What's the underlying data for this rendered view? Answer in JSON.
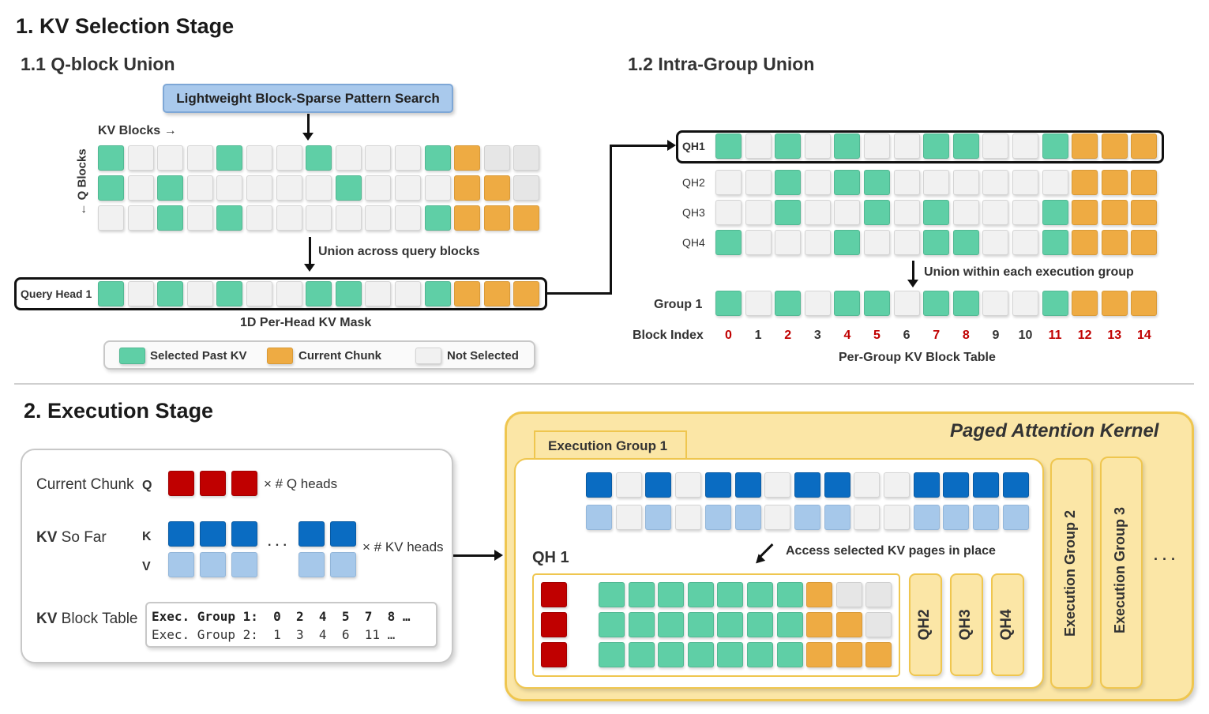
{
  "stage1": {
    "title": "1. KV Selection Stage",
    "qblock": {
      "title": "1.1 Q-block Union",
      "search_label": "Lightweight Block-Sparse Pattern Search",
      "kv_blocks_label": "KV Blocks →",
      "q_blocks_label": "← Q Blocks",
      "rows": [
        [
          "g",
          "n",
          "n",
          "n",
          "g",
          "n",
          "n",
          "g",
          "n",
          "n",
          "n",
          "g",
          "o",
          "x",
          "x"
        ],
        [
          "g",
          "n",
          "g",
          "n",
          "n",
          "n",
          "n",
          "n",
          "g",
          "n",
          "n",
          "n",
          "o",
          "o",
          "x"
        ],
        [
          "n",
          "n",
          "g",
          "n",
          "g",
          "n",
          "n",
          "n",
          "n",
          "n",
          "n",
          "g",
          "o",
          "o",
          "o"
        ]
      ],
      "union_label": "Union across query blocks",
      "head_label": "Query Head 1",
      "head_row": [
        "g",
        "n",
        "g",
        "n",
        "g",
        "n",
        "n",
        "g",
        "g",
        "n",
        "n",
        "g",
        "o",
        "o",
        "o"
      ],
      "mask_label": "1D Per-Head KV Mask"
    },
    "legend": {
      "selected": "Selected Past KV",
      "current": "Current Chunk",
      "not_selected": "Not Selected"
    },
    "intragroup": {
      "title": "1.2 Intra-Group Union",
      "heads": [
        {
          "label": "QH1",
          "cells": [
            "g",
            "n",
            "g",
            "n",
            "g",
            "n",
            "n",
            "g",
            "g",
            "n",
            "n",
            "g",
            "o",
            "o",
            "o"
          ]
        },
        {
          "label": "QH2",
          "cells": [
            "n",
            "n",
            "g",
            "n",
            "g",
            "g",
            "n",
            "n",
            "n",
            "n",
            "n",
            "n",
            "o",
            "o",
            "o"
          ]
        },
        {
          "label": "QH3",
          "cells": [
            "n",
            "n",
            "g",
            "n",
            "n",
            "g",
            "n",
            "g",
            "n",
            "n",
            "n",
            "g",
            "o",
            "o",
            "o"
          ]
        },
        {
          "label": "QH4",
          "cells": [
            "g",
            "n",
            "n",
            "n",
            "g",
            "n",
            "n",
            "g",
            "g",
            "n",
            "n",
            "g",
            "o",
            "o",
            "o"
          ]
        }
      ],
      "union_label": "Union within each execution group",
      "group_label": "Group 1",
      "group_row": [
        "g",
        "n",
        "g",
        "n",
        "g",
        "g",
        "n",
        "g",
        "g",
        "n",
        "n",
        "g",
        "o",
        "o",
        "o"
      ],
      "block_index_label": "Block Index",
      "block_indices": [
        "0",
        "1",
        "2",
        "3",
        "4",
        "5",
        "6",
        "7",
        "8",
        "9",
        "10",
        "11",
        "12",
        "13",
        "14"
      ],
      "highlighted_indices": [
        0,
        2,
        4,
        5,
        7,
        8,
        11,
        12,
        13,
        14
      ],
      "table_label": "Per-Group KV Block Table"
    }
  },
  "stage2": {
    "title": "2. Execution Stage",
    "left": {
      "current_chunk": "Current Chunk",
      "q_letter": "Q",
      "q_heads": "× # Q heads",
      "kv_so_far_bold": "KV",
      "kv_so_far_rest": " So Far",
      "k_letter": "K",
      "v_letter": "V",
      "dots": "· · ·",
      "kv_heads": "× # KV heads",
      "block_table_bold": "KV",
      "block_table_rest": " Block Table",
      "table_line1": "Exec. Group 1:  0  2  4  5  7  8 …",
      "table_line2": "Exec. Group 2:  1  3  4  6  11 …"
    },
    "kernel": {
      "title": "Paged Attention Kernel",
      "group_tab": "Execution Group 1",
      "k_row": [
        "b",
        "n",
        "b",
        "n",
        "b",
        "b",
        "n",
        "b",
        "b",
        "n",
        "n",
        "b",
        "b",
        "b",
        "b"
      ],
      "v_row": [
        "lb",
        "n",
        "lb",
        "n",
        "lb",
        "lb",
        "n",
        "lb",
        "lb",
        "n",
        "n",
        "lb",
        "lb",
        "lb",
        "lb"
      ],
      "access_label": "Access selected KV pages in place",
      "qh1_label": "QH 1",
      "attn_rows": [
        [
          "g",
          "g",
          "g",
          "g",
          "g",
          "g",
          "g",
          "o",
          "x",
          "x"
        ],
        [
          "g",
          "g",
          "g",
          "g",
          "g",
          "g",
          "g",
          "o",
          "o",
          "x"
        ],
        [
          "g",
          "g",
          "g",
          "g",
          "g",
          "g",
          "g",
          "o",
          "o",
          "o"
        ]
      ],
      "qh_others": [
        "QH2",
        "QH3",
        "QH4"
      ],
      "exec_group2": "Execution Group 2",
      "exec_group3": "Execution Group 3",
      "more_dots": "· · ·"
    }
  },
  "colors": {
    "green": "#5fcfa6",
    "orange": "#eeab43",
    "gray": "#f1f1f1",
    "red": "#c00000",
    "blue": "#0a6cc2",
    "light_blue": "#a6c8ea",
    "kernel_bg": "#fbe6a6",
    "search_box": "#a9c9ec",
    "index_red": "#c00000"
  }
}
